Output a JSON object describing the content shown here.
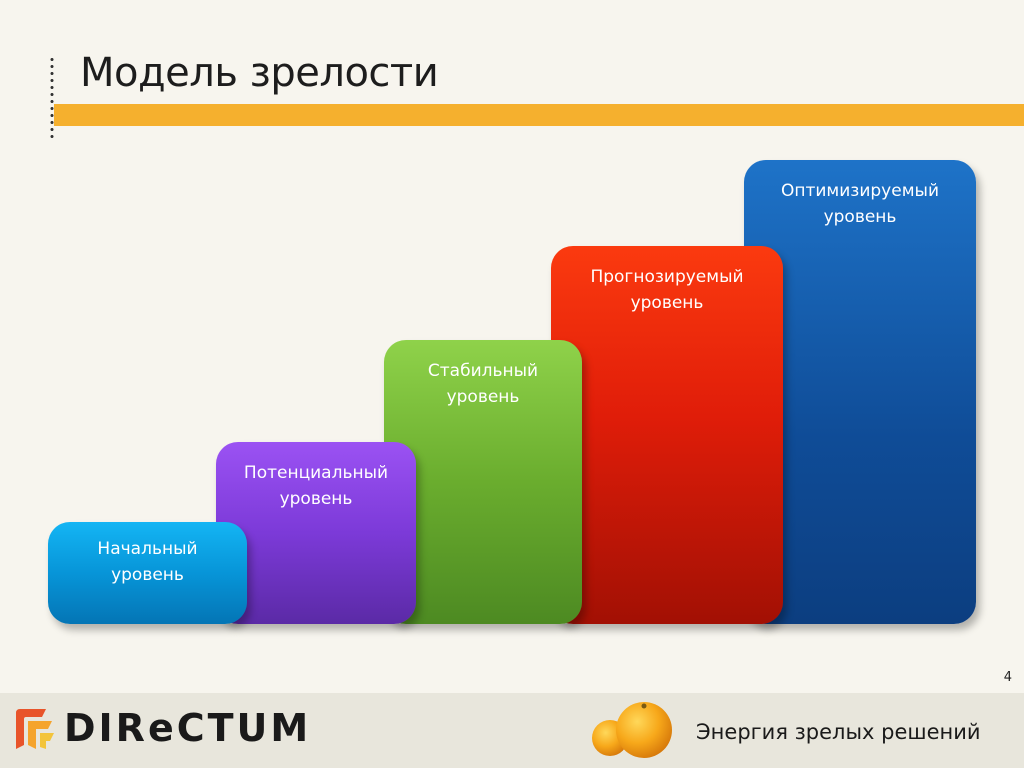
{
  "header": {
    "title": "Модель зрелости"
  },
  "levels": [
    {
      "label": "Начальный\nуровень",
      "color": "#0795d8"
    },
    {
      "label": "Потенциальный\nуровень",
      "color": "#7c3ad8"
    },
    {
      "label": "Стабильный\nуровень",
      "color": "#6aad2e"
    },
    {
      "label": "Прогнозируемый\nуровень",
      "color": "#e01d09"
    },
    {
      "label": "Оптимизируемый\nуровень",
      "color": "#0f4c97"
    }
  ],
  "page_number": "4",
  "footer": {
    "logo_text": "DIReCTUM",
    "slogan": "Энергия зрелых решений"
  },
  "accent_color": "#f5b02e"
}
